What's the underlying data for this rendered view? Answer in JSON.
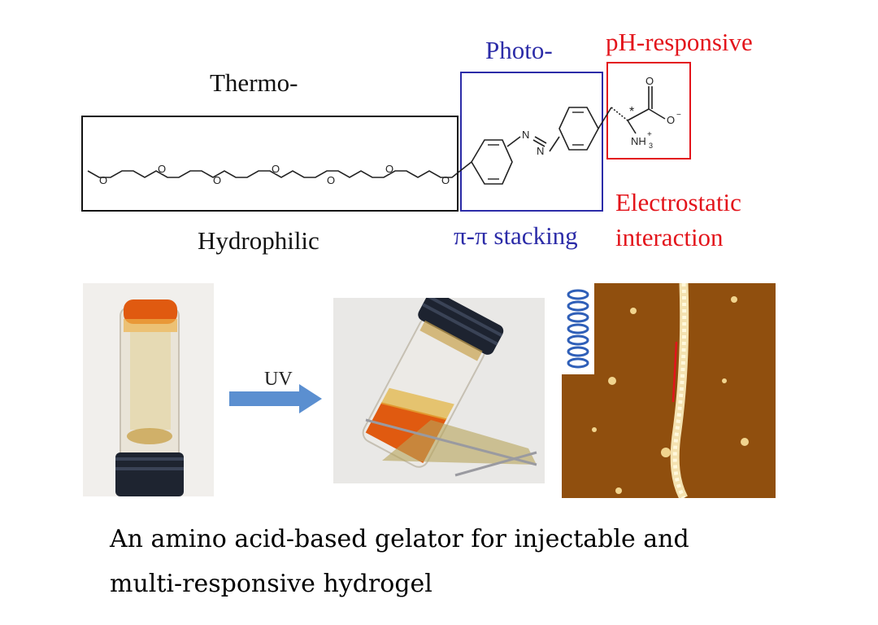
{
  "labels": {
    "thermo": "Thermo-",
    "hydrophilic": "Hydrophilic",
    "photo": "Photo-",
    "pi_stacking": "π-π stacking",
    "ph_responsive": "pH-responsive",
    "electrostatic_line1": "Electrostatic",
    "electrostatic_line2": "interaction"
  },
  "structure": {
    "oxygen": "O",
    "azo_n1": "N",
    "azo_n2": "N",
    "carbonyl_o": "O",
    "carboxylate_o": "O",
    "carboxylate_charge": "−",
    "amine": "NH",
    "amine_subscript": "3",
    "amine_charge": "+",
    "stereo": "*"
  },
  "arrow": {
    "label": "UV"
  },
  "caption": {
    "line1": "An amino acid-based gelator for injectable and",
    "line2": "multi-responsive hydrogel"
  },
  "colors": {
    "thermo_box": "#111111",
    "photo_box": "#2c2ca8",
    "ph_box": "#e3141b",
    "arrow": "#5b8fd0",
    "gel": "#e05a10",
    "afm_background": "#8a4a0c"
  },
  "icons": [
    "helix-icon",
    "uv-arrow-icon"
  ]
}
